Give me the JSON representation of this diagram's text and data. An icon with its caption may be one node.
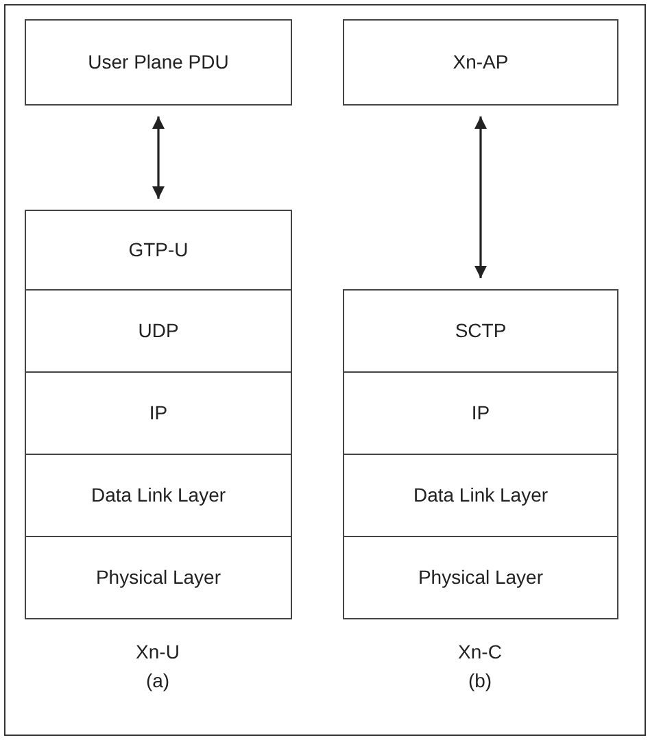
{
  "diagram": {
    "nodes": [
      {
        "text": [
          "User Plane PDU"
        ]
      },
      {
        "text": [
          "GTP-U"
        ]
      },
      {
        "text": [
          "UDP"
        ]
      },
      {
        "text": [
          "IP"
        ]
      },
      {
        "text": [
          "Data Link Layer"
        ]
      },
      {
        "text": [
          "Physical Layer"
        ]
      },
      {
        "text": [
          "Xn-AP"
        ]
      },
      {
        "text": [
          "SCTP"
        ]
      },
      {
        "text": [
          "IP"
        ]
      },
      {
        "text": [
          "Data Link Layer"
        ]
      },
      {
        "text": [
          "Physical Layer"
        ]
      }
    ],
    "edges": [
      {
        "from": 0,
        "to": 1,
        "arrow": "both"
      },
      {
        "from": 6,
        "to": 7,
        "arrow": "both"
      }
    ],
    "labels": [
      "Xn-U",
      "(a)",
      "Xn-C",
      "(b)"
    ]
  }
}
